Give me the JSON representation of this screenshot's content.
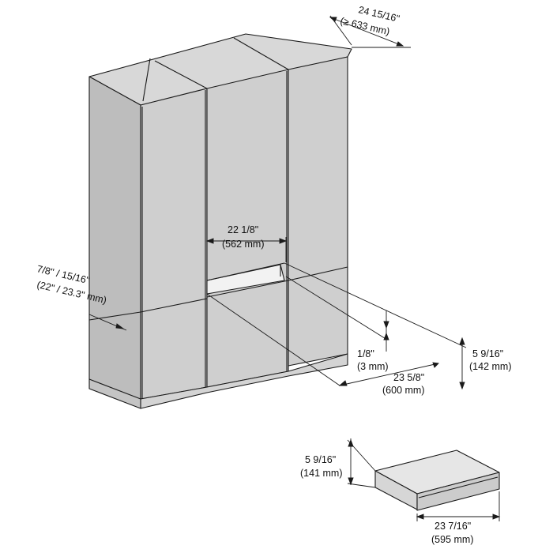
{
  "dimensions": {
    "depth": {
      "imperial": "24 15/16\"",
      "metric": "(≥ 633 mm)"
    },
    "niche_width": {
      "imperial": "22 1/8\"",
      "metric": "(562 mm)"
    },
    "side_thickness": {
      "imperial": "7/8\" / 15/16\"",
      "metric": "(22\" / 23.3\" mm)"
    },
    "gap": {
      "imperial": "1/8\"",
      "metric": "(3 mm)"
    },
    "niche_height": {
      "imperial": "5 9/16\"",
      "metric": "(142 mm)"
    },
    "niche_depth": {
      "imperial": "23 5/8\"",
      "metric": "(600 mm)"
    },
    "drawer_height": {
      "imperial": "5 9/16\"",
      "metric": "(141 mm)"
    },
    "drawer_width": {
      "imperial": "23 7/16\"",
      "metric": "(595 mm)"
    }
  },
  "colors": {
    "stroke": "#1a1a1a",
    "cabinet_front": "#cfcfcf",
    "cabinet_side": "#bdbdbd",
    "cabinet_top": "#d8d8d8",
    "drawer_front": "#cccccc"
  }
}
